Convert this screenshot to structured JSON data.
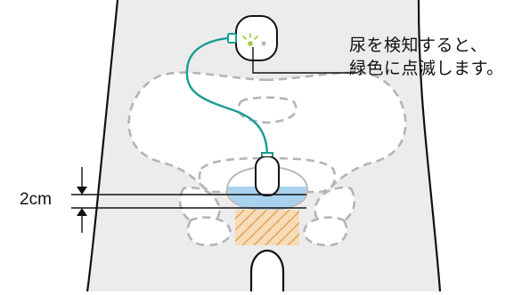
{
  "callout": {
    "line1": "尿を検知すると、",
    "line2": "緑色に点滅します。"
  },
  "dimension": {
    "label": "2cm"
  },
  "colors": {
    "body_fill": "#ececec",
    "outline": "#111111",
    "dash": "#b4b4b4",
    "cable": "#1a9c93",
    "indicator_led": "#9acd32",
    "bladder_water": "#a9d2ef",
    "hatch": "#e6a55a"
  }
}
